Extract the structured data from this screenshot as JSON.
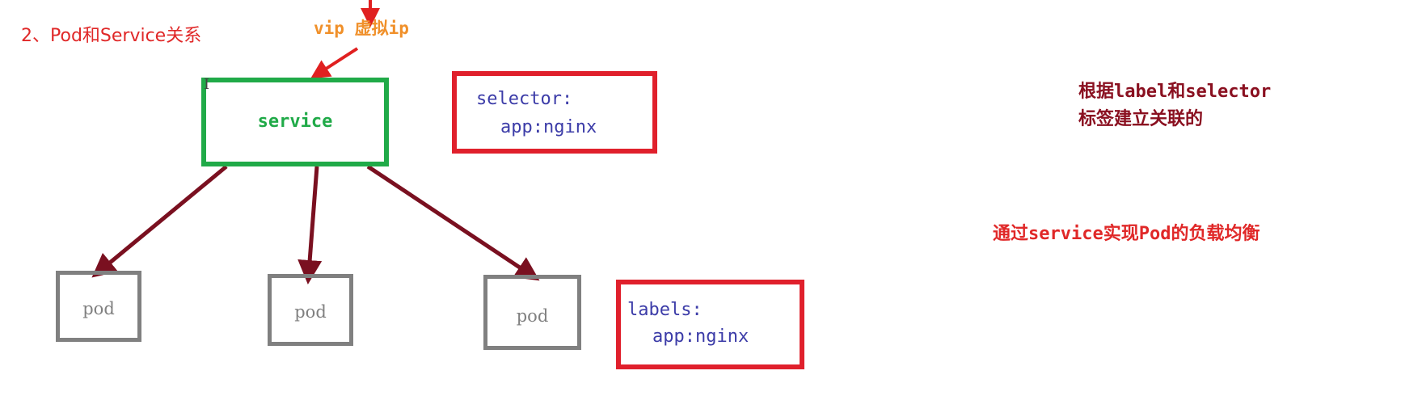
{
  "diagram": {
    "title": "2、Pod和Service关系",
    "vip_label": "vip 虚拟ip",
    "service": {
      "label": "service"
    },
    "selector": {
      "line1": "selector:",
      "line2": "app:nginx"
    },
    "labels": {
      "line1": "labels:",
      "line2": "app:nginx"
    },
    "pods": [
      {
        "label": "pod"
      },
      {
        "label": "pod"
      },
      {
        "label": "pod"
      }
    ],
    "notes": {
      "relation_line1": "根据label和selector",
      "relation_line2": "标签建立关联的",
      "load_balance": "通过service实现Pod的负载均衡"
    },
    "colors": {
      "service": "#20aa48",
      "selector_box": "#e0202c",
      "pod": "#808080",
      "arrow": "#7a1020",
      "vip_arrow": "#e02020",
      "code_text": "#3c3ca8"
    }
  }
}
